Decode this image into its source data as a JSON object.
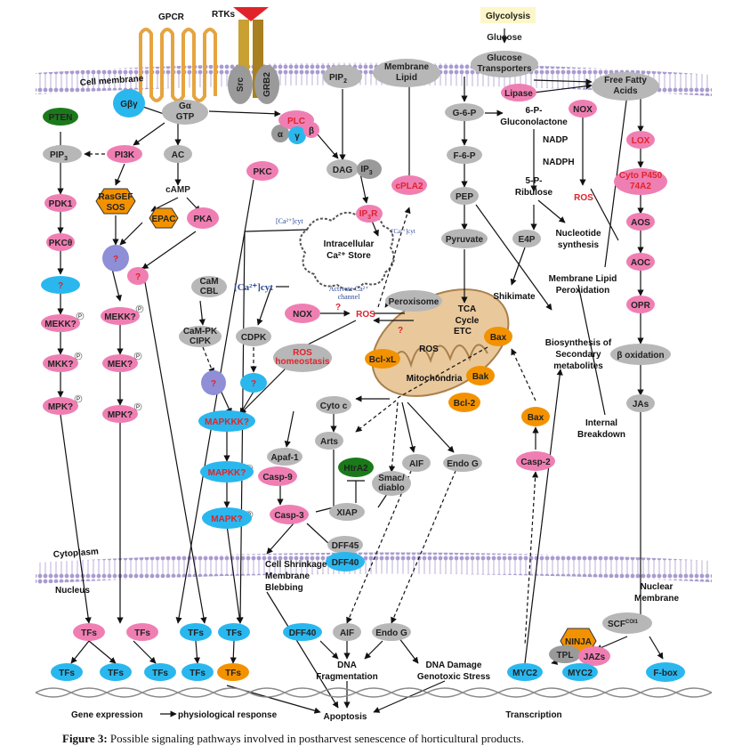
{
  "caption": {
    "label": "Figure 3:",
    "text": " Possible signaling pathways involved in postharvest senescence of horticultural products."
  },
  "colors": {
    "pink": "#ef7fb3",
    "blue": "#2ab7ee",
    "gray": "#b7b7b7",
    "orange": "#f39200",
    "green": "#1a7a1a",
    "purple": "#8e8fd6",
    "membrane": "#a99bcf",
    "mito": "#e9c89c"
  },
  "labels": {
    "gpcr": "GPCR",
    "rtks": "RTKs",
    "cell_membrane": "Cell membrane",
    "gby": "Gβγ",
    "ga": "Gα",
    "gtp": "GTP",
    "src": "Src",
    "grb2": "GRB2",
    "pip2": "PIP",
    "pip2_sub": "2",
    "membrane_lipid_1": "Membrane",
    "membrane_lipid_2": "Lipid",
    "glycolysis": "Glycolysis",
    "glucose": "Glucose",
    "glucose_trans_1": "Glucose",
    "glucose_trans_2": "Transporters",
    "lipase": "Lipase",
    "ffa_1": "Free Fatty",
    "ffa_2": "Acids",
    "pten": "PTEN",
    "plc": "PLC",
    "alpha": "α",
    "gamma": "γ",
    "beta": "β",
    "g6p": "G-6-P",
    "pgl_1": "6-P-",
    "pgl_2": "Gluconolactone",
    "nox_top": "NOX",
    "pip3": "PIP",
    "pip3_sub": "3",
    "pi3k": "PI3K",
    "ac": "AC",
    "pkc": "PKC",
    "dag": "DAG",
    "ip3": "IP",
    "ip3_sub": "3",
    "nadp": "NADP",
    "nadph": "NADPH",
    "lox": "LOX",
    "f6p": "F-6-P",
    "camp": "cAMP",
    "pdk1": "PDK1",
    "rasgef_1": "RasGEF",
    "rasgef_2": "SOS",
    "ip3r": "IP",
    "ip3r_sub": "3",
    "ip3r_r": "R",
    "cpla2": "cPLA2",
    "pep": "PEP",
    "ribulose_1": "5-P-",
    "ribulose_2": "Ribulose",
    "ros_top": "ROS",
    "cyto450_1": "Cyto P450",
    "cyto450_2": "74A2",
    "epac": "EPAC",
    "pka": "PKA",
    "ca_cyt_small": "[Ca²⁺]cyt",
    "ca_cyt_small2": "[Ca²⁺]cyt",
    "ca_store_1": "Intracellular",
    "ca_store_2": "Ca²⁺ Store",
    "pkc_theta": "PKCθ",
    "pyruvate": "Pyruvate",
    "e4p": "E4P",
    "nucleotide_1": "Nucleotide",
    "nucleotide_2": "synthesis",
    "aos": "AOS",
    "qmark": "?",
    "cam_1": "CaM",
    "cam_2": "CBL",
    "ca_cyt": "[Ca²⁺]cyt",
    "activate_1": "Activate Ca²⁺",
    "activate_2": "channel",
    "mlp_1": "Membrane Lipid",
    "mlp_2": "Peroxidation",
    "shikimate": "Shikimate",
    "aoc": "AOC",
    "peroxisome": "Peroxisome",
    "tca_1": "TCA",
    "tca_2": "Cycle",
    "mekk_l": "MEKK?",
    "mekk_m": "MEKK?",
    "nox": "NOX",
    "ros_mid": "ROS",
    "opr": "OPR",
    "campk_1": "CaM-PK",
    "campk_2": "CIPK",
    "cdpk": "CDPK",
    "etc": "ETC",
    "bax_top": "Bax",
    "biosyn_1": "Biosynthesis of",
    "biosyn_2": "Secondary",
    "biosyn_3": "metabolites",
    "ros_mito": "ROS",
    "ros_homeo_1": "ROS",
    "ros_homeo_2": "homeostasis",
    "bclxl": "Bcl-xL",
    "beta_ox": "β oxidation",
    "mkk_l": "MKK?",
    "mek_m": "MEK?",
    "mitochondria": "Mitochondria",
    "bak": "Bak",
    "mpk_l": "MPK?",
    "cytoc": "Cyto c",
    "bcl2": "Bcl-2",
    "jas": "JAs",
    "mpk_m": "MPK?",
    "bax_mid": "Bax",
    "internal_1": "Internal",
    "internal_2": "Breakdown",
    "mapkkk": "MAPKKK?",
    "arts": "Arts",
    "apaf1": "Apaf-1",
    "htra2": "HtrA2",
    "aif_top": "AIF",
    "endog_top": "Endo G",
    "casp2": "Casp-2",
    "mapkk": "MAPKK?",
    "casp9": "Casp-9",
    "smac_1": "Smac/",
    "smac_2": "diablo",
    "mapk": "MAPK?",
    "casp3": "Casp-3",
    "xiap": "XIAP",
    "dff45": "DFF45",
    "cytoplasm": "Cytoplasm",
    "dff40_top": "DFF40",
    "cell_shrink_1": "Cell Shrinkage",
    "cell_shrink_2": "Membrane",
    "cell_shrink_3": "Blebbing",
    "nucleus": "Nucleus",
    "nuclear_mem_1": "Nuclear",
    "nuclear_mem_2": "Membrane",
    "scf": "SCF",
    "scf_sup": "COI1",
    "ninja": "NINJA",
    "tfs": "TFs",
    "dff40_bot": "DFF40",
    "aif_bot": "AIF",
    "endog_bot": "Endo G",
    "tpl": "TPL",
    "jazs": "JAZs",
    "dna_frag_1": "DNA",
    "dna_frag_2": "Fragmentation",
    "dna_damage_1": "DNA Damage",
    "dna_damage_2": "Genotoxic Stress",
    "myc2_a": "MYC2",
    "myc2_b": "MYC2",
    "fbox": "F-box",
    "gene_expression": "Gene expression",
    "physio": "physiological response",
    "apoptosis": "Apoptosis",
    "transcription": "Transcription",
    "p": "P"
  }
}
